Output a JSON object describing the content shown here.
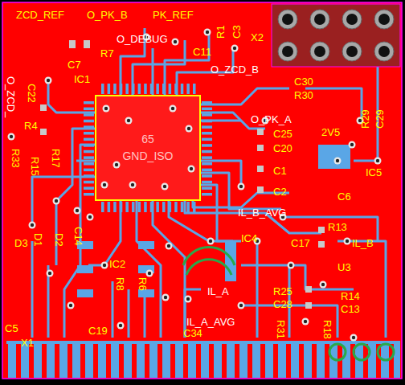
{
  "diagram": {
    "nodes": [
      {
        "text": [
          "65",
          "GND_ISO"
        ]
      }
    ],
    "labels": [
      "ZCD_REF",
      "O_PK_B",
      "PK_REF",
      "R1",
      "C3",
      "X2",
      "O_DEBUG",
      "R7",
      "C11",
      "C7",
      "IC1",
      "O_ZCD_B",
      "O_ZCD_",
      "C22",
      "C30",
      "R30",
      "R29",
      "C29",
      "R4",
      "O_PK_A",
      "C25",
      "2V5",
      "C20",
      "IC5",
      "C1",
      "C6",
      "C2",
      "R33",
      "R15",
      "R17",
      "IL_B_AVG",
      "R13",
      "IL_B",
      "D3",
      "D1",
      "D2",
      "C14",
      "IC4",
      "C17",
      "U3",
      "IC2",
      "R8",
      "R6",
      "IL_A",
      "R25",
      "C28",
      "R14",
      "C13",
      "IL_A_AVG",
      "R31",
      "R18",
      "C5",
      "X1",
      "C19",
      "C34"
    ]
  }
}
